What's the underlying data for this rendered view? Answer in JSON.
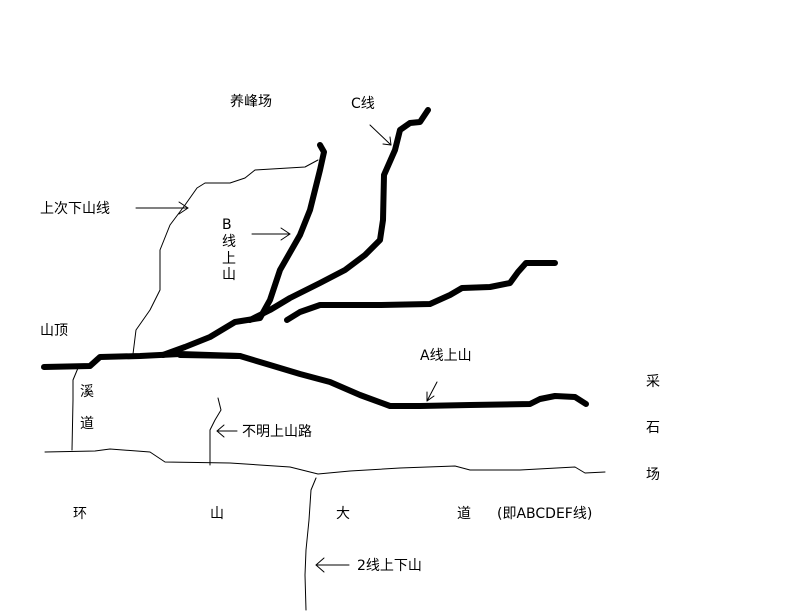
{
  "labels": {
    "yangfengchang": "养峰场",
    "c_line": "C线",
    "last_descent": "上次下山线",
    "b_line_1": "B",
    "b_line_2": "线",
    "b_line_3": "上",
    "b_line_4": "山",
    "summit": "山顶",
    "stream_1": "溪",
    "stream_2": "道",
    "a_line": "A线上山",
    "unknown_path": "不明上山路",
    "quarry_1": "采",
    "quarry_2": "石",
    "quarry_3": "场",
    "ring_1": "环",
    "ring_2": "山",
    "ring_3": "大",
    "ring_4": "道",
    "ring_note": "(即ABCDEF线)",
    "line2": "2线上下山"
  },
  "colors": {
    "ink": "#000000",
    "background": "#ffffff"
  }
}
